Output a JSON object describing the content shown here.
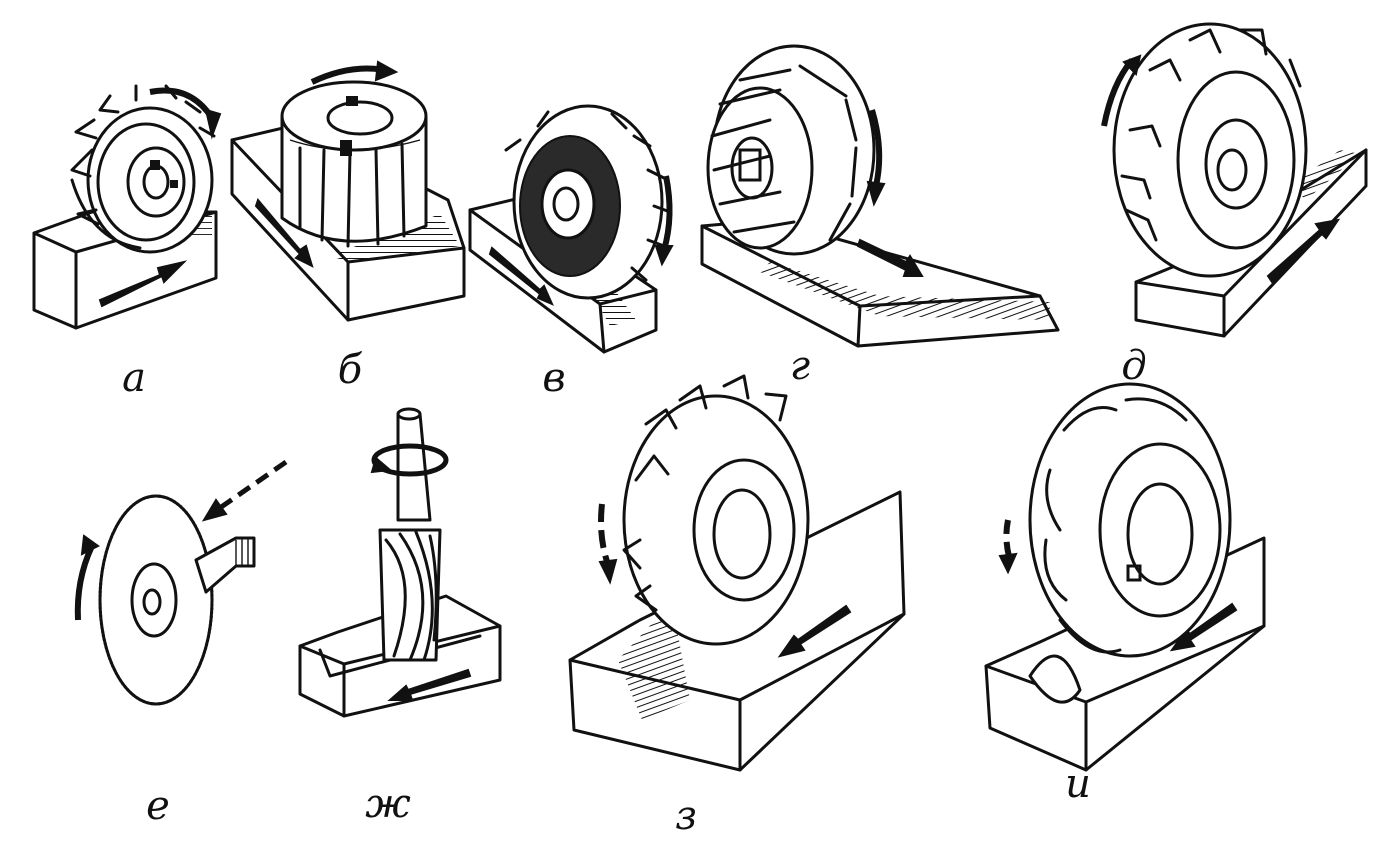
{
  "figures": [
    {
      "id": "a",
      "caption": "а"
    },
    {
      "id": "b",
      "caption": "б"
    },
    {
      "id": "v",
      "caption": "в"
    },
    {
      "id": "g",
      "caption": "г"
    },
    {
      "id": "d",
      "caption": "д"
    },
    {
      "id": "e",
      "caption": "е"
    },
    {
      "id": "zh",
      "caption": "ж"
    },
    {
      "id": "z",
      "caption": "з"
    },
    {
      "id": "i",
      "caption": "и"
    }
  ]
}
